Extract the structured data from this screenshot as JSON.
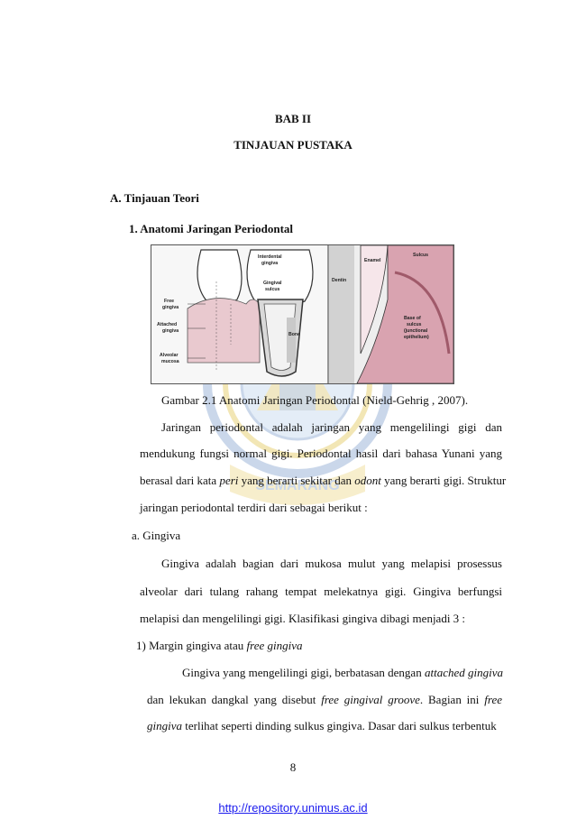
{
  "chapter": "BAB II",
  "chapter_title": "TINJAUAN PUSTAKA",
  "section_a": "A.  Tinjauan Teori",
  "subsection_1": "1.  Anatomi Jaringan Periodontal",
  "figure": {
    "labels": {
      "free_gingiva_1": "Free",
      "free_gingiva_2": "gingiva",
      "attached_gingiva_1": "Attached",
      "attached_gingiva_2": "gingiva",
      "alveolar_mucosa_1": "Alveolar",
      "alveolar_mucosa_2": "mucosa",
      "interdental_1": "Interdental",
      "interdental_2": "gingiva",
      "gingival_sulcus_1": "Gingival",
      "gingival_sulcus_2": "sulcus",
      "bone": "Bone",
      "enamel": "Enamel",
      "dentin": "Dentin",
      "sulcus": "Sulcus",
      "base_1": "Base of",
      "base_2": "sulcus",
      "base_3": "(junctional",
      "base_4": "epithelium)"
    }
  },
  "caption": "Gambar 2.1 Anatomi Jaringan Periodontal (Nield-Gehrig , 2007).",
  "para1": {
    "line1": "Jaringan periodontal adalah jaringan yang mengelilingi gigi dan",
    "line2": "mendukung fungsi normal gigi. Periodontal hasil dari bahasa Yunani yang",
    "line3_a": "berasal dari kata ",
    "line3_b": "peri",
    "line3_c": " yang berarti sekitar dan ",
    "line3_d": "odont",
    "line3_e": " yang berarti gigi. Struktur",
    "line4": "jaringan periodontal terdiri dari  sebagai berikut :"
  },
  "item_a": "a.  Gingiva",
  "para2": {
    "line1": "Gingiva adalah bagian dari mukosa mulut yang melapisi prosessus",
    "line2": "alveolar dari tulang rahang tempat melekatnya gigi. Gingiva berfungsi",
    "line3": "melapisi  dan mengelilingi gigi. Klasifikasi gingiva dibagi menjadi 3 :"
  },
  "item_1": {
    "prefix": "1)   Margin gingiva atau ",
    "italic": "free gingiva"
  },
  "para3": {
    "line1_a": "Gingiva yang mengelilingi gigi, berbatasan dengan ",
    "line1_b": "attached gingiva",
    "line2_a": "dan lekukan dangkal yang disebut ",
    "line2_b": "free gingival groove",
    "line2_c": ". Bagian ini ",
    "line2_d": "free",
    "line3_a": "gingiva",
    "line3_b": " terlihat seperti dinding sulkus gingiva. Dasar dari sulkus terbentuk"
  },
  "page_number": "8",
  "footer_url": "http://repository.unimus.ac.id",
  "watermark_text": "SEMARANG"
}
